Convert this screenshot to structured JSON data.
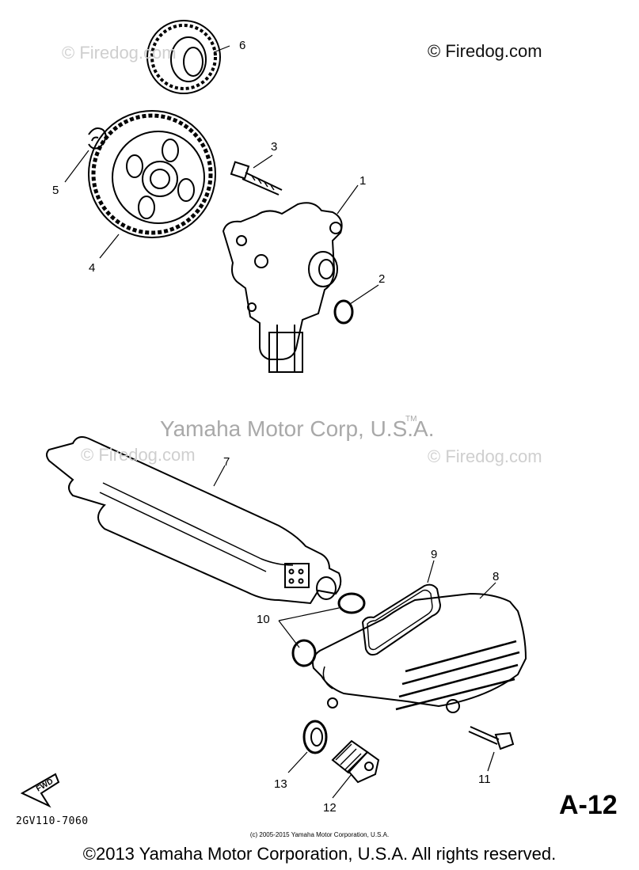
{
  "watermarks": {
    "firedog_top_right": "© Firedog.com",
    "firedog_top_left": "© Firedog.com",
    "firedog_mid_left": "© Firedog.com",
    "firedog_mid_right": "© Firedog.com",
    "yamaha_center": "Yamaha Motor Corp, U.S.A.",
    "tm": "TM"
  },
  "callouts": {
    "c1": "1",
    "c2": "2",
    "c3": "3",
    "c4": "4",
    "c5": "5",
    "c6": "6",
    "c7": "7",
    "c8": "8",
    "c9": "9",
    "c10": "10",
    "c11": "11",
    "c12": "12",
    "c13": "13"
  },
  "fwd_label": "FWD",
  "diagram_ref": "2GV110-7060",
  "page_id": "A-12",
  "small_copyright": "(c) 2005-2015 Yamaha Motor Corporation, U.S.A.",
  "copyright": "©2013 Yamaha Motor Corporation, U.S.A. All rights reserved.",
  "colors": {
    "ink": "#000000",
    "watermark": "#cfcfcf",
    "watermark_text": "#a9a9a9"
  }
}
